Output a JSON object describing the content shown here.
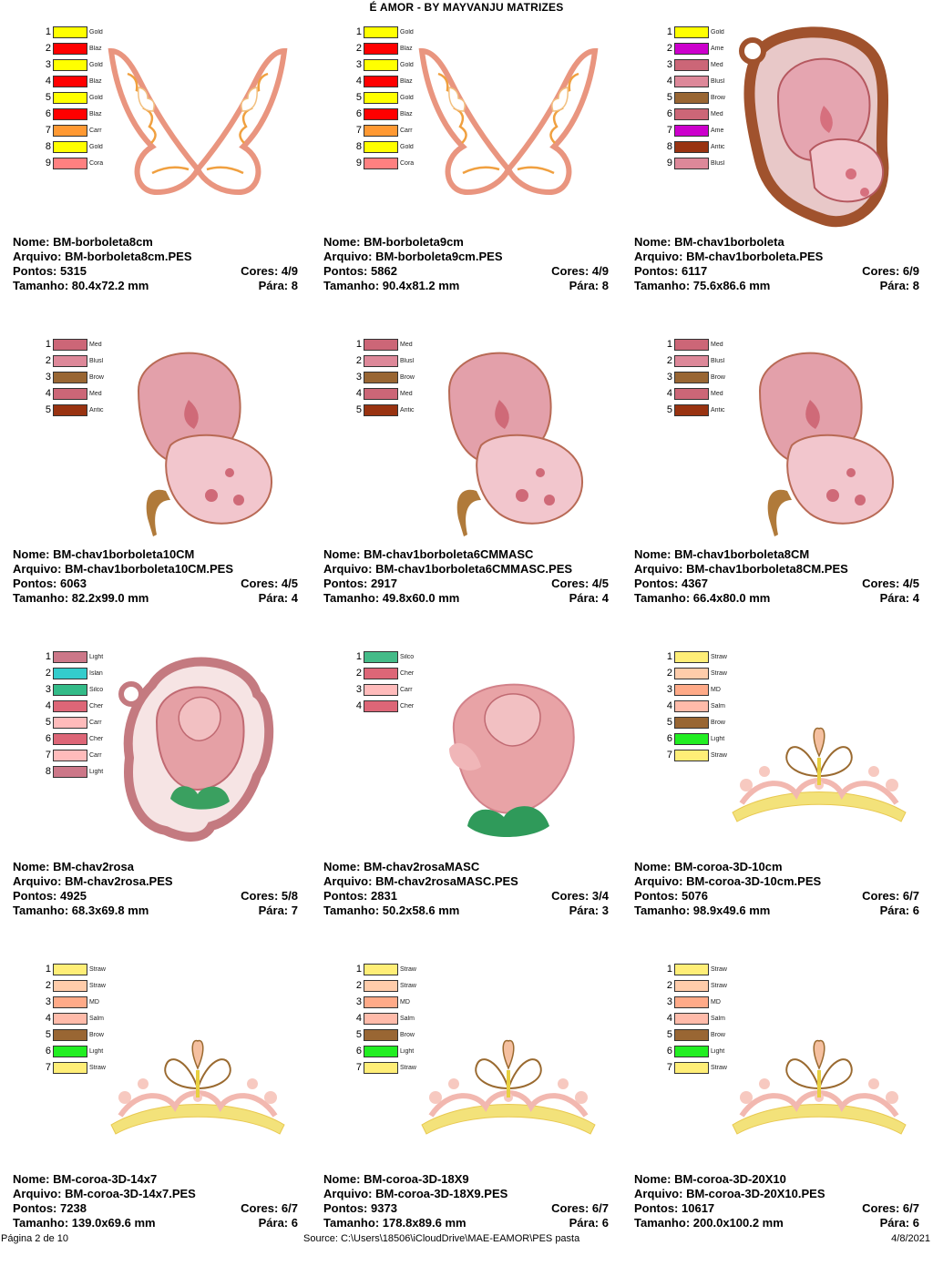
{
  "title": "É AMOR - BY MAYVANJU MATRIZES",
  "labels": {
    "nome": "Nome:",
    "arquivo": "Arquivo:",
    "pontos": "Pontos:",
    "tamanho": "Tamanho:",
    "cores": "Cores:",
    "para": "Pára:"
  },
  "footer": {
    "page": "Página 2 de 10",
    "source": "Source: C:\\Users\\18506\\iCloudDrive\\MAE-EAMOR\\PES pasta",
    "date": "4/8/2021"
  },
  "designs": [
    {
      "name": "BM-borboleta8cm",
      "file": "BM-borboleta8cm.PES",
      "stitches": "5315",
      "size": "80.4x72.2 mm",
      "colors": "4/9",
      "stops": "8",
      "art": "butterfly",
      "palette": [
        {
          "color": "#ffff00",
          "label": "Gold"
        },
        {
          "color": "#ff0000",
          "label": "Blaz"
        },
        {
          "color": "#ffff00",
          "label": "Gold"
        },
        {
          "color": "#ff0000",
          "label": "Blaz"
        },
        {
          "color": "#ffff00",
          "label": "Gold"
        },
        {
          "color": "#ff0000",
          "label": "Blaz"
        },
        {
          "color": "#ff9933",
          "label": "Carr"
        },
        {
          "color": "#ffff00",
          "label": "Gold"
        },
        {
          "color": "#ff8080",
          "label": "Cora"
        }
      ]
    },
    {
      "name": "BM-borboleta9cm",
      "file": "BM-borboleta9cm.PES",
      "stitches": "5862",
      "size": "90.4x81.2 mm",
      "colors": "4/9",
      "stops": "8",
      "art": "butterfly",
      "palette": [
        {
          "color": "#ffff00",
          "label": "Gold"
        },
        {
          "color": "#ff0000",
          "label": "Blaz"
        },
        {
          "color": "#ffff00",
          "label": "Gold"
        },
        {
          "color": "#ff0000",
          "label": "Blaz"
        },
        {
          "color": "#ffff00",
          "label": "Gold"
        },
        {
          "color": "#ff0000",
          "label": "Blaz"
        },
        {
          "color": "#ff9933",
          "label": "Carr"
        },
        {
          "color": "#ffff00",
          "label": "Gold"
        },
        {
          "color": "#ff8080",
          "label": "Cora"
        }
      ]
    },
    {
      "name": "BM-chav1borboleta",
      "file": "BM-chav1borboleta.PES",
      "stitches": "6117",
      "size": "75.6x86.6 mm",
      "colors": "6/9",
      "stops": "8",
      "art": "keychain-butterfly",
      "palette": [
        {
          "color": "#ffff00",
          "label": "Gold"
        },
        {
          "color": "#cc00cc",
          "label": "Ame"
        },
        {
          "color": "#cc6677",
          "label": "Med"
        },
        {
          "color": "#dd8899",
          "label": "Blusl"
        },
        {
          "color": "#996633",
          "label": "Brow"
        },
        {
          "color": "#cc6677",
          "label": "Med"
        },
        {
          "color": "#cc00cc",
          "label": "Ame"
        },
        {
          "color": "#993311",
          "label": "Antic"
        },
        {
          "color": "#dd8899",
          "label": "Blusl"
        }
      ]
    },
    {
      "name": "BM-chav1borboleta10CM",
      "file": "BM-chav1borboleta10CM.PES",
      "stitches": "6063",
      "size": "82.2x99.0 mm",
      "colors": "4/5",
      "stops": "4",
      "art": "pink-butterfly",
      "palette": [
        {
          "color": "#cc6677",
          "label": "Med"
        },
        {
          "color": "#dd8899",
          "label": "Blusl"
        },
        {
          "color": "#996633",
          "label": "Brow"
        },
        {
          "color": "#cc6677",
          "label": "Med"
        },
        {
          "color": "#993311",
          "label": "Antic"
        }
      ]
    },
    {
      "name": "BM-chav1borboleta6CMMASC",
      "file": "BM-chav1borboleta6CMMASC.PES",
      "stitches": "2917",
      "size": "49.8x60.0 mm",
      "colors": "4/5",
      "stops": "4",
      "art": "pink-butterfly",
      "palette": [
        {
          "color": "#cc6677",
          "label": "Med"
        },
        {
          "color": "#dd8899",
          "label": "Blusl"
        },
        {
          "color": "#996633",
          "label": "Brow"
        },
        {
          "color": "#cc6677",
          "label": "Med"
        },
        {
          "color": "#993311",
          "label": "Antic"
        }
      ]
    },
    {
      "name": "BM-chav1borboleta8CM",
      "file": "BM-chav1borboleta8CM.PES",
      "stitches": "4367",
      "size": "66.4x80.0 mm",
      "colors": "4/5",
      "stops": "4",
      "art": "pink-butterfly",
      "palette": [
        {
          "color": "#cc6677",
          "label": "Med"
        },
        {
          "color": "#dd8899",
          "label": "Blusl"
        },
        {
          "color": "#996633",
          "label": "Brow"
        },
        {
          "color": "#cc6677",
          "label": "Med"
        },
        {
          "color": "#993311",
          "label": "Antic"
        }
      ]
    },
    {
      "name": "BM-chav2rosa",
      "file": "BM-chav2rosa.PES",
      "stitches": "4925",
      "size": "68.3x69.8 mm",
      "colors": "5/8",
      "stops": "7",
      "art": "keychain-rose",
      "palette": [
        {
          "color": "#cc7788",
          "label": "Light"
        },
        {
          "color": "#33cccc",
          "label": "Islan"
        },
        {
          "color": "#33bb88",
          "label": "Silco"
        },
        {
          "color": "#dd6677",
          "label": "Cher"
        },
        {
          "color": "#ffbbbb",
          "label": "Carr"
        },
        {
          "color": "#dd6677",
          "label": "Cher"
        },
        {
          "color": "#ffbbbb",
          "label": "Carr"
        },
        {
          "color": "#cc7788",
          "label": "Light"
        }
      ]
    },
    {
      "name": "BM-chav2rosaMASC",
      "file": "BM-chav2rosaMASC.PES",
      "stitches": "2831",
      "size": "50.2x58.6 mm",
      "colors": "3/4",
      "stops": "3",
      "art": "rose",
      "palette": [
        {
          "color": "#44bb88",
          "label": "Silco"
        },
        {
          "color": "#dd6677",
          "label": "Cher"
        },
        {
          "color": "#ffbbbb",
          "label": "Carr"
        },
        {
          "color": "#dd6677",
          "label": "Cher"
        }
      ]
    },
    {
      "name": "BM-coroa-3D-10cm",
      "file": "BM-coroa-3D-10cm.PES",
      "stitches": "5076",
      "size": "98.9x49.6 mm",
      "colors": "6/7",
      "stops": "6",
      "art": "crown",
      "palette": [
        {
          "color": "#ffee77",
          "label": "Straw"
        },
        {
          "color": "#ffccaa",
          "label": "Straw"
        },
        {
          "color": "#ffaa88",
          "label": "MD"
        },
        {
          "color": "#ffbbaa",
          "label": "Salm"
        },
        {
          "color": "#996633",
          "label": "Brow"
        },
        {
          "color": "#22ee22",
          "label": "Light"
        },
        {
          "color": "#ffee77",
          "label": "Straw"
        }
      ]
    },
    {
      "name": "BM-coroa-3D-14x7",
      "file": "BM-coroa-3D-14x7.PES",
      "stitches": "7238",
      "size": "139.0x69.6 mm",
      "colors": "6/7",
      "stops": "6",
      "art": "crown",
      "palette": [
        {
          "color": "#ffee77",
          "label": "Straw"
        },
        {
          "color": "#ffccaa",
          "label": "Straw"
        },
        {
          "color": "#ffaa88",
          "label": "MD"
        },
        {
          "color": "#ffbbaa",
          "label": "Salm"
        },
        {
          "color": "#996633",
          "label": "Brow"
        },
        {
          "color": "#22ee22",
          "label": "Light"
        },
        {
          "color": "#ffee77",
          "label": "Straw"
        }
      ]
    },
    {
      "name": "BM-coroa-3D-18X9",
      "file": "BM-coroa-3D-18X9.PES",
      "stitches": "9373",
      "size": "178.8x89.6 mm",
      "colors": "6/7",
      "stops": "6",
      "art": "crown",
      "palette": [
        {
          "color": "#ffee77",
          "label": "Straw"
        },
        {
          "color": "#ffccaa",
          "label": "Straw"
        },
        {
          "color": "#ffaa88",
          "label": "MD"
        },
        {
          "color": "#ffbbaa",
          "label": "Salm"
        },
        {
          "color": "#996633",
          "label": "Brow"
        },
        {
          "color": "#22ee22",
          "label": "Light"
        },
        {
          "color": "#ffee77",
          "label": "Straw"
        }
      ]
    },
    {
      "name": "BM-coroa-3D-20X10",
      "file": "BM-coroa-3D-20X10.PES",
      "stitches": "10617",
      "size": "200.0x100.2 mm",
      "colors": "6/7",
      "stops": "6",
      "art": "crown",
      "palette": [
        {
          "color": "#ffee77",
          "label": "Straw"
        },
        {
          "color": "#ffccaa",
          "label": "Straw"
        },
        {
          "color": "#ffaa88",
          "label": "MD"
        },
        {
          "color": "#ffbbaa",
          "label": "Salm"
        },
        {
          "color": "#996633",
          "label": "Brow"
        },
        {
          "color": "#22ee22",
          "label": "Light"
        },
        {
          "color": "#ffee77",
          "label": "Straw"
        }
      ]
    }
  ]
}
